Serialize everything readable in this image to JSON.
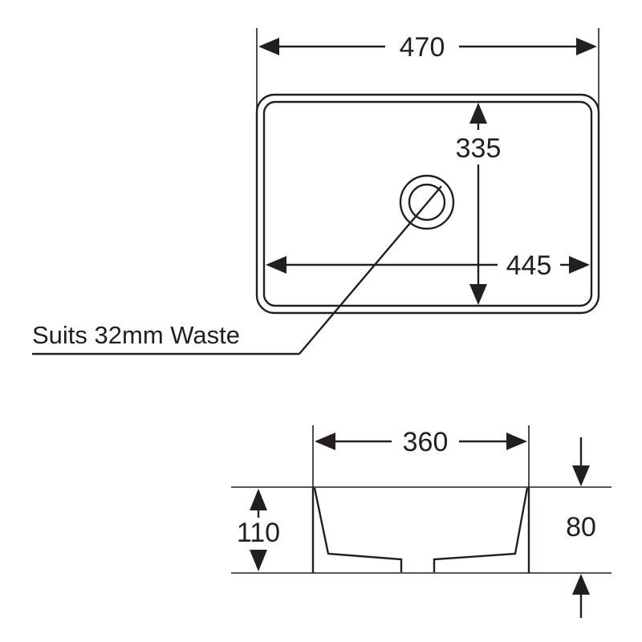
{
  "plan_view": {
    "overall_width": "470",
    "inner_depth": "335",
    "inner_width": "445",
    "waste_label": "Suits 32mm Waste"
  },
  "side_view": {
    "base_width": "360",
    "overall_height": "110",
    "bowl_depth": "80"
  },
  "colors": {
    "line": "#231f20",
    "background": "#ffffff"
  }
}
